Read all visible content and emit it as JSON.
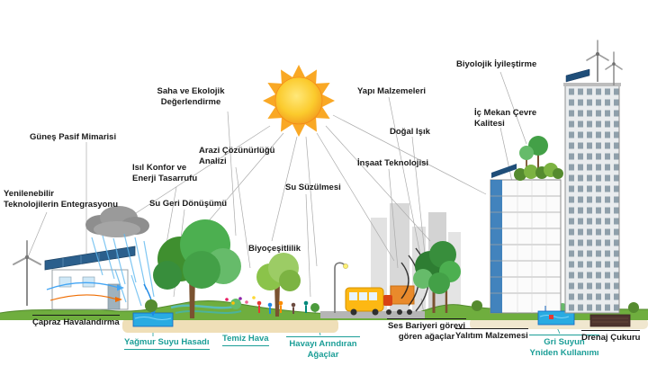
{
  "diagram": {
    "title": "Sürdürülebilir mimari ve ekolojik bina kavramları diyagramı",
    "colors": {
      "teal": "#1B9E97",
      "text": "#1A1A1A",
      "sun_yellow": "#FBCB2D",
      "ground_green": "#6FAE3E",
      "water_blue": "#29ABE2",
      "solar_panel_blue": "#1F4E79"
    },
    "labels": {
      "gunes_pasif_mimarisi": "Güneş Pasif Mimarisi",
      "saha_ve_ekolojik_degerlendirme": "Saha ve Ekolojik\nDeğerlendirme",
      "yapi_malzemeleri": "Yapı Malzemeleri",
      "biyolojik_iyilestirme": "Biyolojik İyileştirme",
      "ic_mekan_cevre_kalitesi": "İç Mekan Çevre\nKalitesi",
      "dogal_isik": "Doğal Işık",
      "insaat_teknolojisi": "İnşaat Teknolojisi",
      "arazi_cozunurlugu_analizi": "Arazi Çözünürlüğü\nAnalizi",
      "isil_konfor_enerji_tasarrufu": "Isıl Konfor ve\nEnerji Tasarrufu",
      "su_geri_donusumu": "Su Geri Dönüşümü",
      "su_suzulmesi": "Su Süzülmesi",
      "yenilenebilir_entegrasyon": "Yenilenebilir\nTeknolojilerin Entegrasyonu",
      "biyocesitlilik": "Biyoçeşitlilik",
      "capraz_havalandirma": "Çapraz Havalandırma",
      "yagmur_suyu_hasadi": "Yağmur Suyu Hasadı",
      "temiz_hava": "Temiz Hava",
      "havayi_arindiran_agaclar": "Havayı Arındıran\nAğaçlar",
      "ses_bariyeri_agaclar": "Ses Bariyeri görevi\ngören ağaçlar",
      "yalitim_malzemesi": "Yalıtım Malzemesi",
      "gri_suyun_kullanimi": "Gri Suyun\nYniden Kullanımı",
      "drenaj_cukuru": "Drenaj Çukuru"
    },
    "scene_elements": [
      "sun",
      "rain-cloud",
      "rain",
      "wind-turbine",
      "passive-solar-house",
      "rainwater-tank",
      "large-tree",
      "small-tree",
      "people",
      "flowers",
      "street-lamp",
      "bus",
      "truck",
      "sound-wave-arcs",
      "sound-barrier-trees",
      "city-skyline",
      "eco-building",
      "green-roof",
      "greywater-tank",
      "skyscraper",
      "rooftop-solar-panels",
      "rooftop-wind-turbines",
      "drainage-pit"
    ]
  }
}
